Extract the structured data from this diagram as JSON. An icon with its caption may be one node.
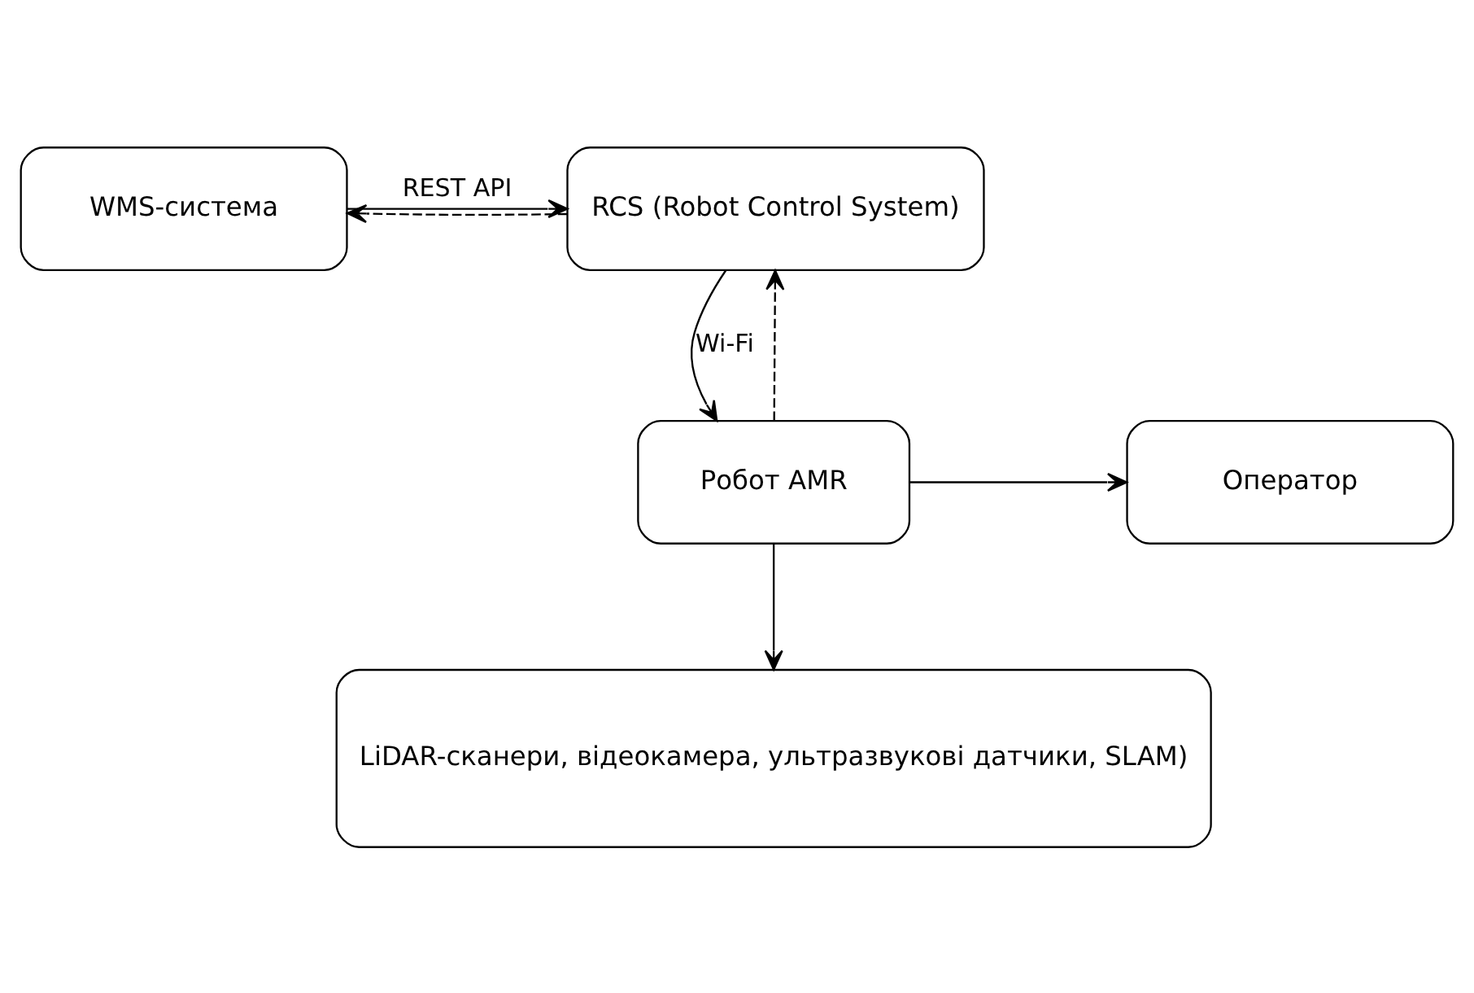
{
  "diagram": {
    "nodes": [
      {
        "text": [
          "WMS-система"
        ]
      },
      {
        "text": [
          "RCS (Robot Control System)"
        ]
      },
      {
        "text": [
          "Оператор"
        ]
      },
      {
        "text": [
          "Робот AMR"
        ]
      },
      {
        "text": [
          "LiDAR-сканери, відеокамера, ультразвукові датчики, SLAM)"
        ]
      }
    ],
    "edges": [
      {
        "from": 0,
        "to": 1,
        "arrow": "to",
        "label": "REST API"
      },
      {
        "from": 1,
        "to": 0,
        "arrow": "to",
        "style": "dashed"
      },
      {
        "from": 1,
        "to": 3,
        "arrow": "to",
        "label": "Wi-Fi"
      },
      {
        "from": 3,
        "to": 1,
        "arrow": "to",
        "style": "dashed"
      },
      {
        "from": 3,
        "to": 2,
        "arrow": "to"
      },
      {
        "from": 3,
        "to": 4,
        "arrow": "to"
      }
    ]
  }
}
